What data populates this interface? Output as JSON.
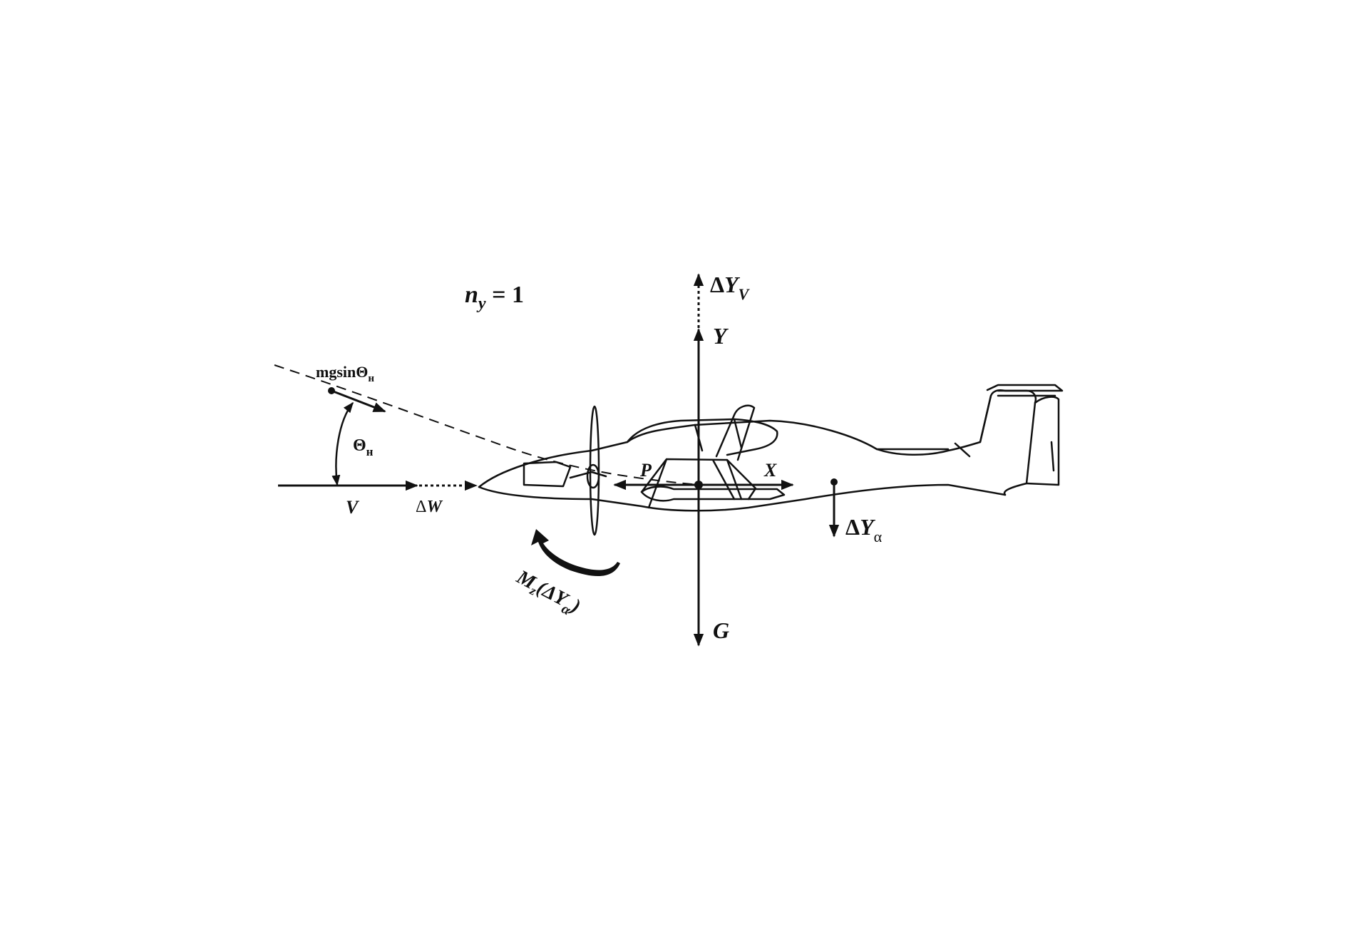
{
  "labels": {
    "load_factor": {
      "main": "n",
      "sub": "y",
      "rest": " = 1"
    },
    "delta_y_v": {
      "delta": "Δ",
      "main": "Y",
      "sub": "V"
    },
    "y": "Y",
    "g": "G",
    "x": "X",
    "p": "P",
    "delta_y_alpha": {
      "delta": "Δ",
      "main": "Y",
      "sub": "α"
    },
    "mgsin": {
      "main": "mgsinΘ",
      "sub": "н"
    },
    "theta": {
      "main": "Θ",
      "sub": "н"
    },
    "v": "V",
    "delta_w": {
      "delta": "Δ",
      "main": "W"
    },
    "moment": {
      "main": "M",
      "sub": "z",
      "open": "(Δ",
      "y": "Y",
      "ysub": "α",
      "close": ")"
    }
  },
  "colors": {
    "ink": "#111111",
    "background": "#ffffff"
  }
}
